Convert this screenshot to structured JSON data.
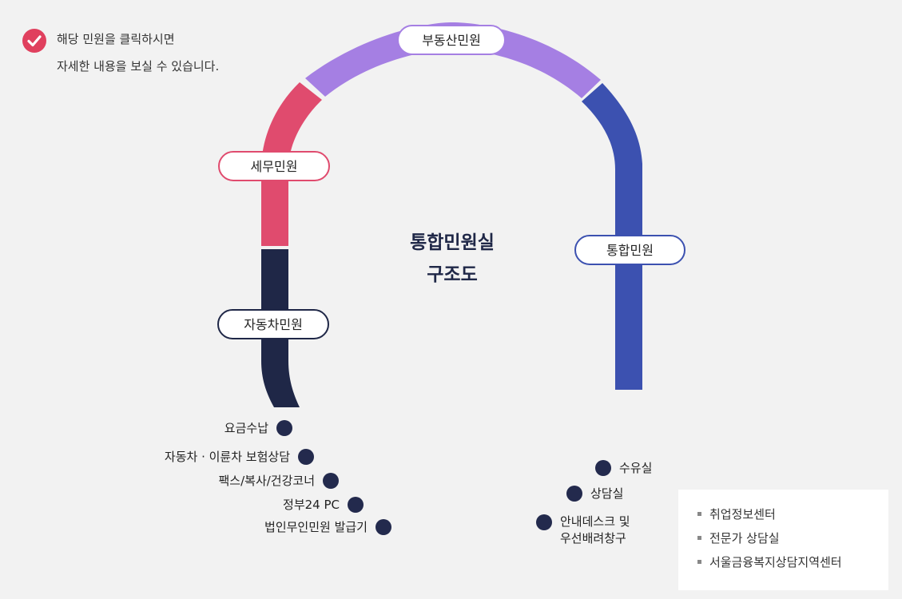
{
  "notice": {
    "line1": "해당 민원을 클릭하시면",
    "line2": "자세한 내용을 보실 수 있습니다.",
    "icon": "check-circle-icon",
    "icon_color": "#e0405e"
  },
  "center": {
    "line1": "통합민원실",
    "line2": "구조도"
  },
  "sections": [
    {
      "key": "vehicle",
      "label": "자동차민원",
      "color": "#1f2747"
    },
    {
      "key": "tax",
      "label": "세무민원",
      "color": "#e04b6e"
    },
    {
      "key": "property",
      "label": "부동산민원",
      "color": "#a57fe3"
    },
    {
      "key": "general",
      "label": "통합민원",
      "color": "#3c51b0"
    }
  ],
  "left_locations": [
    {
      "label": "요금수납"
    },
    {
      "label": "자동차 · 이륜차 보험상담"
    },
    {
      "label": "팩스/복사/건강코너"
    },
    {
      "label": "정부24 PC"
    },
    {
      "label": "법인무인민원 발급기"
    }
  ],
  "right_locations": [
    {
      "label": "수유실"
    },
    {
      "label": "상담실"
    },
    {
      "label_line1": "안내데스크 및",
      "label_line2": "우선배려창구"
    }
  ],
  "counseling_rooms": [
    "취업정보센터",
    "전문가 상담실",
    "서울금융복지상담지역센터"
  ],
  "colors": {
    "background": "#f2f2f2",
    "dot": "#232a4d"
  }
}
